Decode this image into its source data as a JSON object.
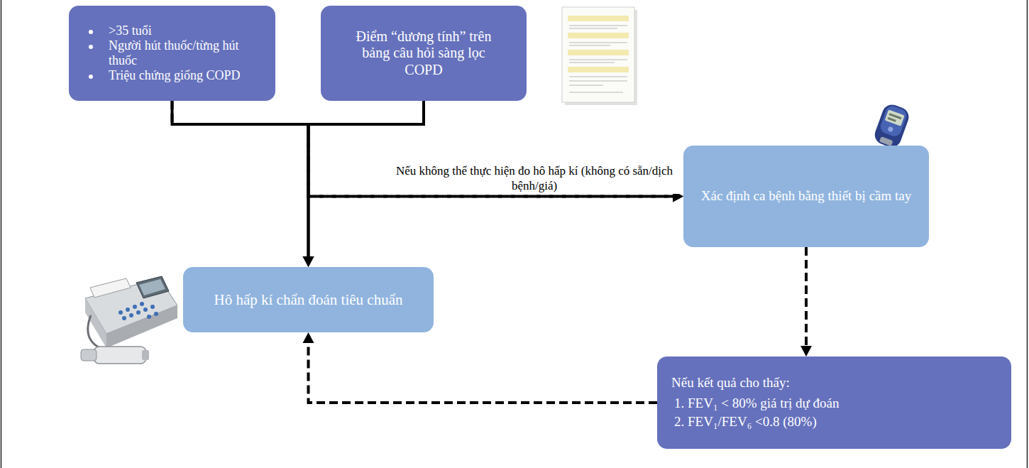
{
  "diagram": {
    "nodes": [
      {
        "text": [
          ">35 tuổi",
          "Người hút thuốc/từng hút thuốc",
          "Triệu chứng giống COPD"
        ]
      },
      {
        "text": [
          "Điểm “dương tính” trên bảng câu hỏi sàng lọc COPD"
        ]
      },
      {
        "text": [
          "Hô hấp kí chẩn đoán tiêu chuẩn"
        ]
      },
      {
        "text": [
          "Xác định ca bệnh bằng thiết bị cầm tay"
        ]
      },
      {
        "text": [
          "Nếu kết quả cho thấy:",
          "1. FEV₁ < 80% giá trị dự đoán",
          "2. FEV₁/FEV₆ <0.8 (80%)"
        ]
      }
    ],
    "edges": [
      {
        "from": 0,
        "to": 2,
        "arrow": "to"
      },
      {
        "from": 1,
        "to": 2,
        "arrow": "to"
      },
      {
        "from": 0,
        "to": 3,
        "arrow": "to",
        "label": "Nếu không thể thực hiện đo hô hấp kí (không có sẵn/dịch bệnh/giá)"
      },
      {
        "from": 1,
        "to": 3,
        "arrow": "to"
      },
      {
        "from": 3,
        "to": 4,
        "arrow": "to"
      },
      {
        "from": 4,
        "to": 2,
        "arrow": "to"
      }
    ]
  }
}
